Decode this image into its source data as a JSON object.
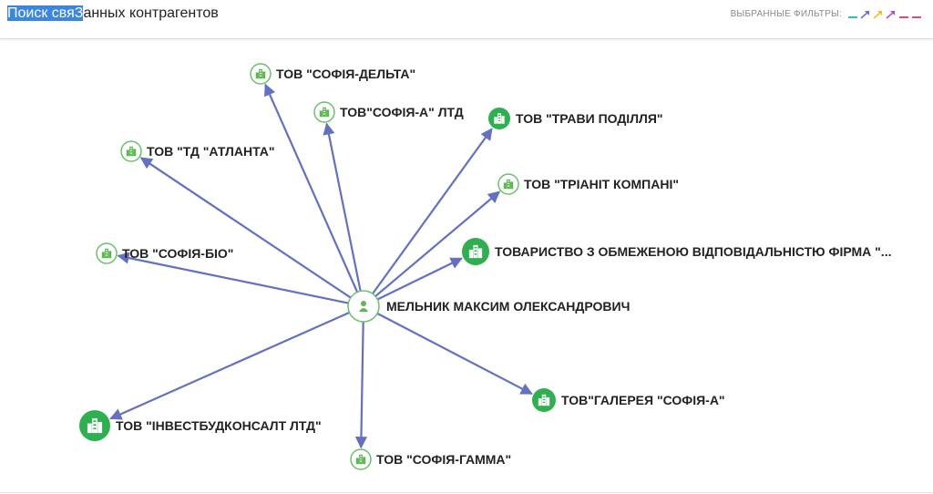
{
  "header": {
    "title_selected": "Поиск свяЗ",
    "title_rest": "анных контрагентов",
    "filters_label": "ВЫБРАННЫЕ ФИЛЬТРЫ:"
  },
  "filter_chips": [
    {
      "color": "#35b8c9",
      "icon": "dash-icon"
    },
    {
      "color": "#6b6bd6",
      "icon": "arrow-icon"
    },
    {
      "color": "#e8c21a",
      "icon": "arrow-icon"
    },
    {
      "color": "#b04fc9",
      "icon": "arrow-icon"
    },
    {
      "color": "#e34978",
      "icon": "dash-icon"
    },
    {
      "color": "#e34978",
      "icon": "dash-icon"
    }
  ],
  "colors": {
    "edge": "#6370c4",
    "node_green": "#2fb04f",
    "node_light_fill": "#ffffff",
    "node_ring": "#6cc06b"
  },
  "center_node": {
    "label": "МЕЛЬНИК МАКСИМ ОЛЕКСАНДРОВИЧ",
    "icon": "person-icon"
  },
  "nodes": [
    {
      "label": "ТОВ \"СОФІЯ-ДЕЛЬТА\"",
      "style": "light"
    },
    {
      "label": "ТОВ\"СОФІЯ-А\" ЛТД",
      "style": "light"
    },
    {
      "label": "ТОВ \"ТРАВИ ПОДІЛЛЯ\"",
      "style": "filled"
    },
    {
      "label": "ТОВ \"ТД \"АТЛАНТА\"",
      "style": "light"
    },
    {
      "label": "ТОВ \"ТРІАНІТ КОМПАНІ\"",
      "style": "light"
    },
    {
      "label": "ТОВАРИСТВО З ОБМЕЖЕНОЮ ВІДПОВІДАЛЬНІСТЮ ФІРМА \"...",
      "style": "filled"
    },
    {
      "label": "ТОВ \"СОФІЯ-БІО\"",
      "style": "light"
    },
    {
      "label": "ТОВ\"ГАЛЕРЕЯ \"СОФІЯ-А\"",
      "style": "filled"
    },
    {
      "label": "ТОВ \"ІНВЕСТБУДКОНСАЛТ ЛТД\"",
      "style": "filled_large"
    },
    {
      "label": "ТОВ \"СОФІЯ-ГАММА\"",
      "style": "light"
    }
  ]
}
